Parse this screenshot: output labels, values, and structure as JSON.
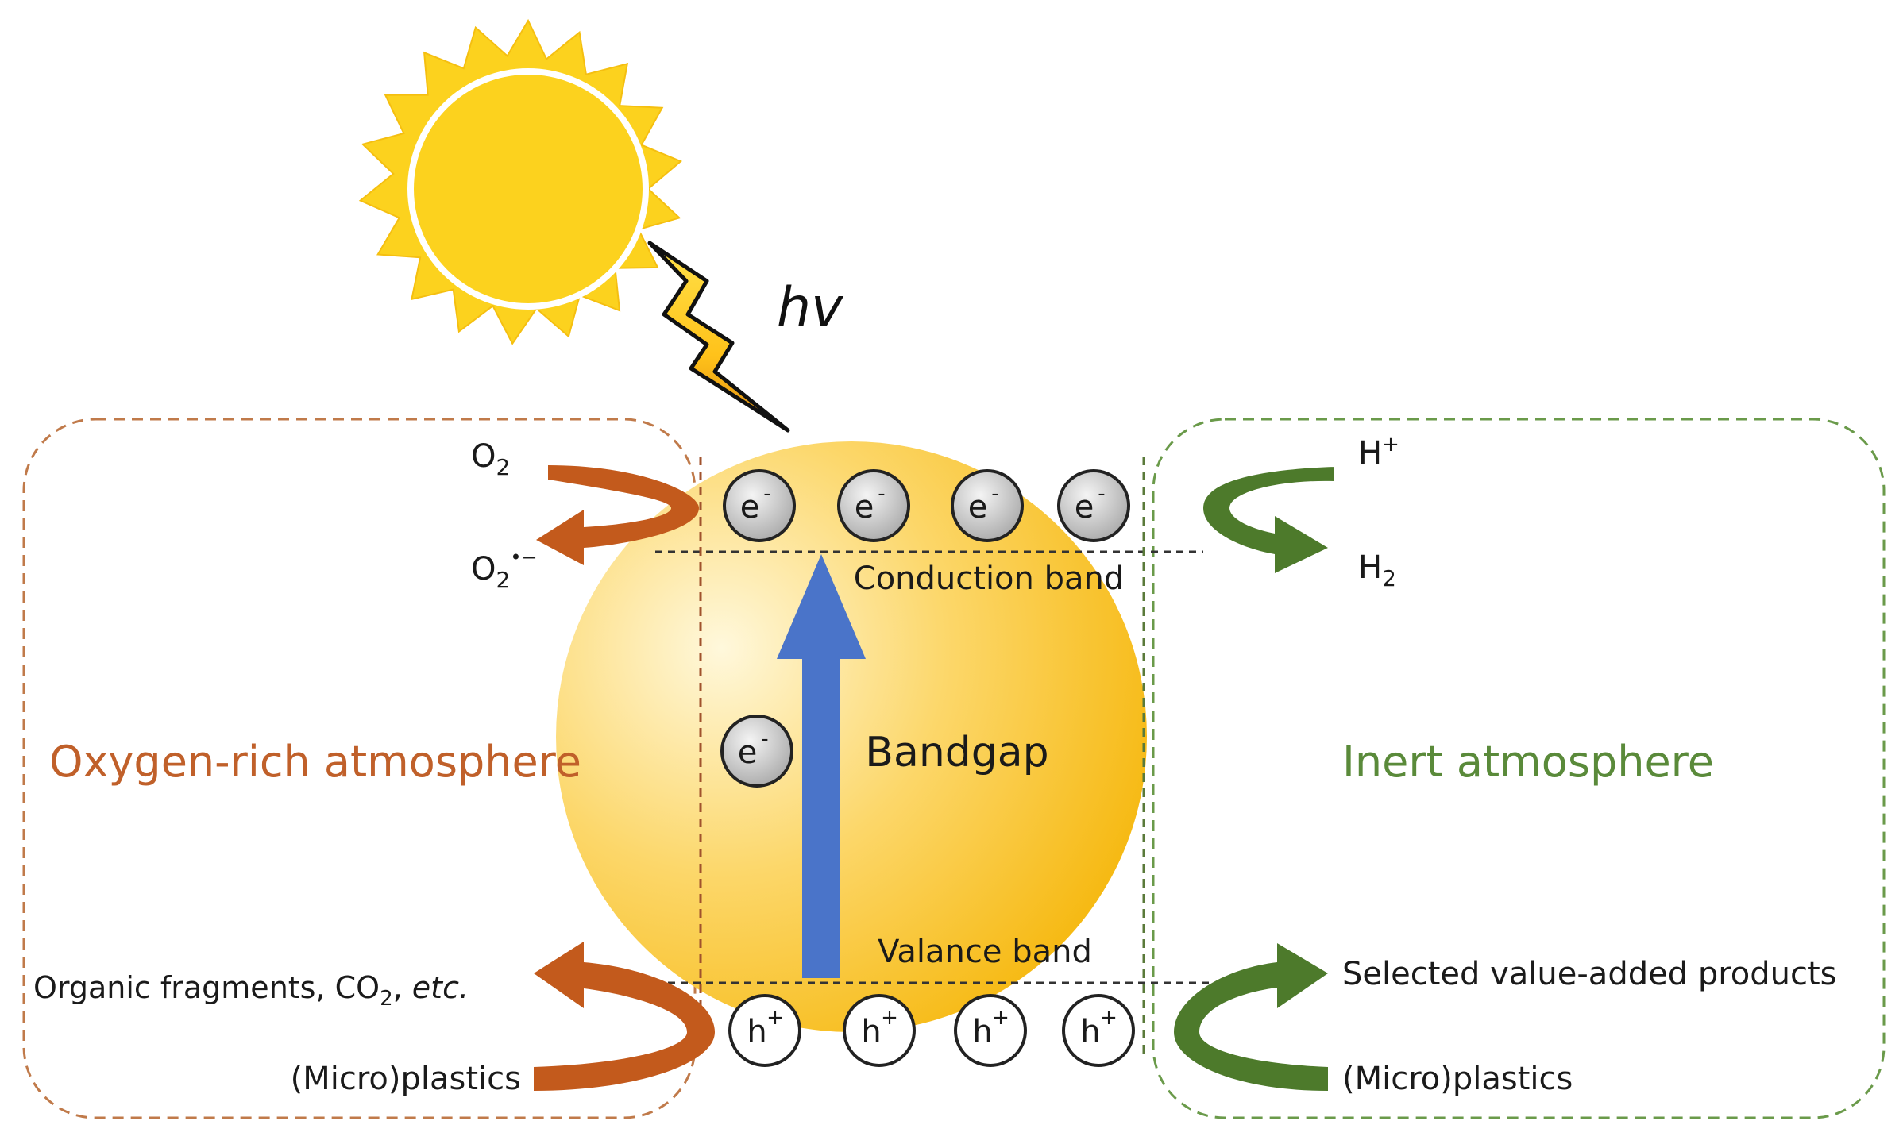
{
  "photon": {
    "label": "hv"
  },
  "electron": {
    "base": "e",
    "charge": "-"
  },
  "hole": {
    "base": "h",
    "charge": "+"
  },
  "bands": {
    "conduction": "Conduction band",
    "bandgap": "Bandgap",
    "valence": "Valance band"
  },
  "left": {
    "title": "Oxygen-rich atmosphere",
    "o2_base": "O",
    "o2_sub": "2",
    "o2rad_base": "O",
    "o2rad_sub": "2",
    "o2rad_sup": "•−",
    "fragments_pre": "Organic fragments, CO",
    "fragments_sub": "2",
    "fragments_mid": ", ",
    "fragments_etc": "etc.",
    "plastics": "(Micro)plastics",
    "color": "#c0602a"
  },
  "right": {
    "title": "Inert atmosphere",
    "hplus_base": "H",
    "hplus_sup": "+",
    "h2_base": "H",
    "h2_sub": "2",
    "products": "Selected value-added products",
    "plastics": "(Micro)plastics",
    "color": "#5a8a3a"
  },
  "colors": {
    "sun": "#ffd21a",
    "particle_light": "#fff4c8",
    "particle_dark": "#f7b500",
    "arrow_blue": "#4a74c9",
    "left_arrow": "#c35a1c",
    "right_arrow": "#4d7a2b"
  }
}
